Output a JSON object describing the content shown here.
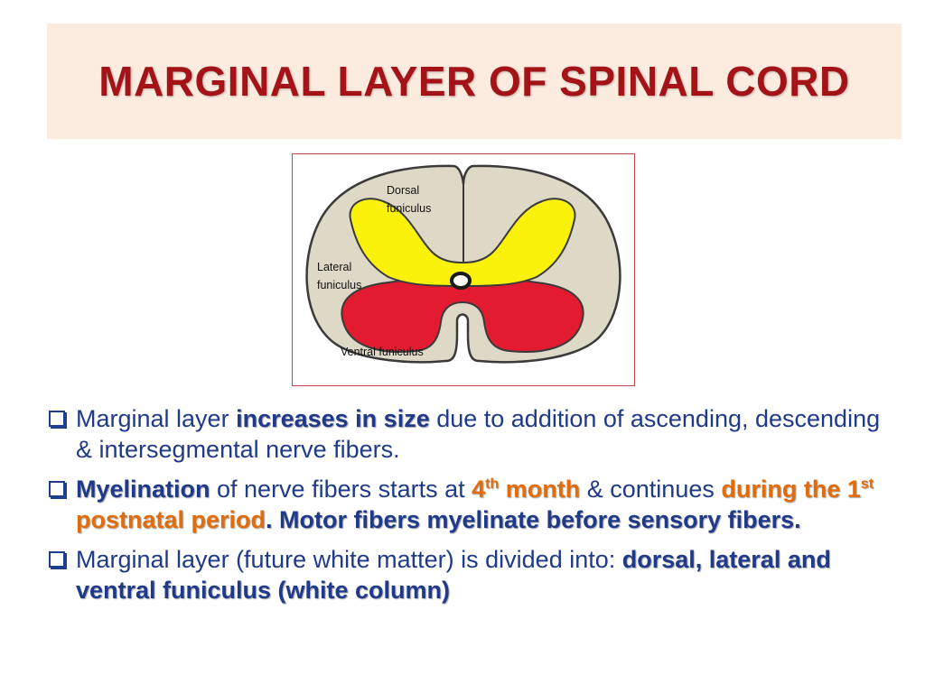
{
  "slide": {
    "title": "MARGINAL LAYER OF SPINAL CORD"
  },
  "figure": {
    "label_dorsal_line1": "Dorsal",
    "label_dorsal_line2": "funiculus",
    "label_lateral_line1": "Lateral",
    "label_lateral_line2": "funiculus",
    "label_ventral": "Ventral funiculus",
    "colors": {
      "white_matter": "#ddd9c6",
      "dorsal_horn": "#fbf20c",
      "ventral_horn": "#e31b30",
      "frame": "#c9414a"
    }
  },
  "bullets": [
    {
      "t1": "Marginal layer ",
      "h1": "increases in size",
      "t2": " due to addition of ascending, descending & intersegmental nerve fibers."
    },
    {
      "h1": "Myelination",
      "t1": " of nerve fibers starts at ",
      "o1_num": "4",
      "o1_sup": "th",
      "o1_rest": " month",
      "t2": " & continues ",
      "o2_pre": "during the 1",
      "o2_sup": "st",
      "o2_rest": " postnatal period",
      "h2": ". Motor fibers myelinate before sensory fibers."
    },
    {
      "t1": "Marginal layer (future white matter) is divided into: ",
      "h1": "dorsal, lateral and ventral funiculus (white column)"
    }
  ],
  "colors": {
    "title": "#a31318",
    "title_band": "#fcebdf",
    "body_text": "#1f3a8a",
    "highlight_orange": "#e36c0a"
  }
}
